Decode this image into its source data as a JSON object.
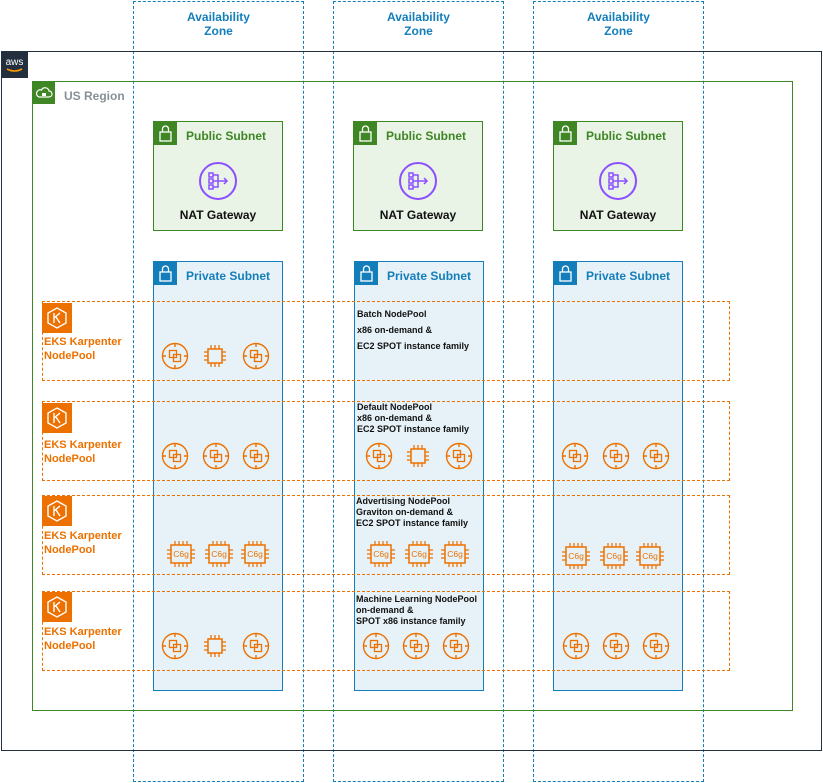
{
  "availability_zones": [
    {
      "label": "Availability Zone"
    },
    {
      "label": "Availability Zone"
    },
    {
      "label": "Availability Zone"
    }
  ],
  "cloud": {
    "badge": "aws"
  },
  "region": {
    "label": "US Region"
  },
  "public_subnet": {
    "label": "Public Subnet",
    "gateway_label": "NAT Gateway"
  },
  "private_subnet": {
    "label": "Private Subnet"
  },
  "nodepool_label": "EKS Karpenter NodePool",
  "nodepools": [
    {
      "label": "EKS Karpenter NodePool",
      "description": "Batch NodePool\nx86 on-demand &\nEC2 SPOT instance family"
    },
    {
      "label": "EKS Karpenter NodePool",
      "description": "Default NodePool\nx86 on-demand &\nEC2 SPOT instance family"
    },
    {
      "label": "EKS Karpenter NodePool",
      "description": "Advertising NodePool\nGraviton on-demand &\nEC2 SPOT instance family"
    },
    {
      "label": "EKS Karpenter NodePool",
      "description": "Machine Learning NodePool\non-demand &\nSPOT x86 instance family"
    }
  ],
  "instance_chip_label": "C6g",
  "colors": {
    "az": "#147eba",
    "region": "#3f8624",
    "nodepool": "#ed7100",
    "cloud": "#232f3e",
    "nat": "#8c4fff"
  },
  "icons": {
    "spot": "spot-instance-icon",
    "ondemand": "chip-icon",
    "graviton": "graviton-c6g-icon",
    "nat": "nat-gateway-icon",
    "lock": "lock-icon",
    "karpenter": "karpenter-icon"
  }
}
